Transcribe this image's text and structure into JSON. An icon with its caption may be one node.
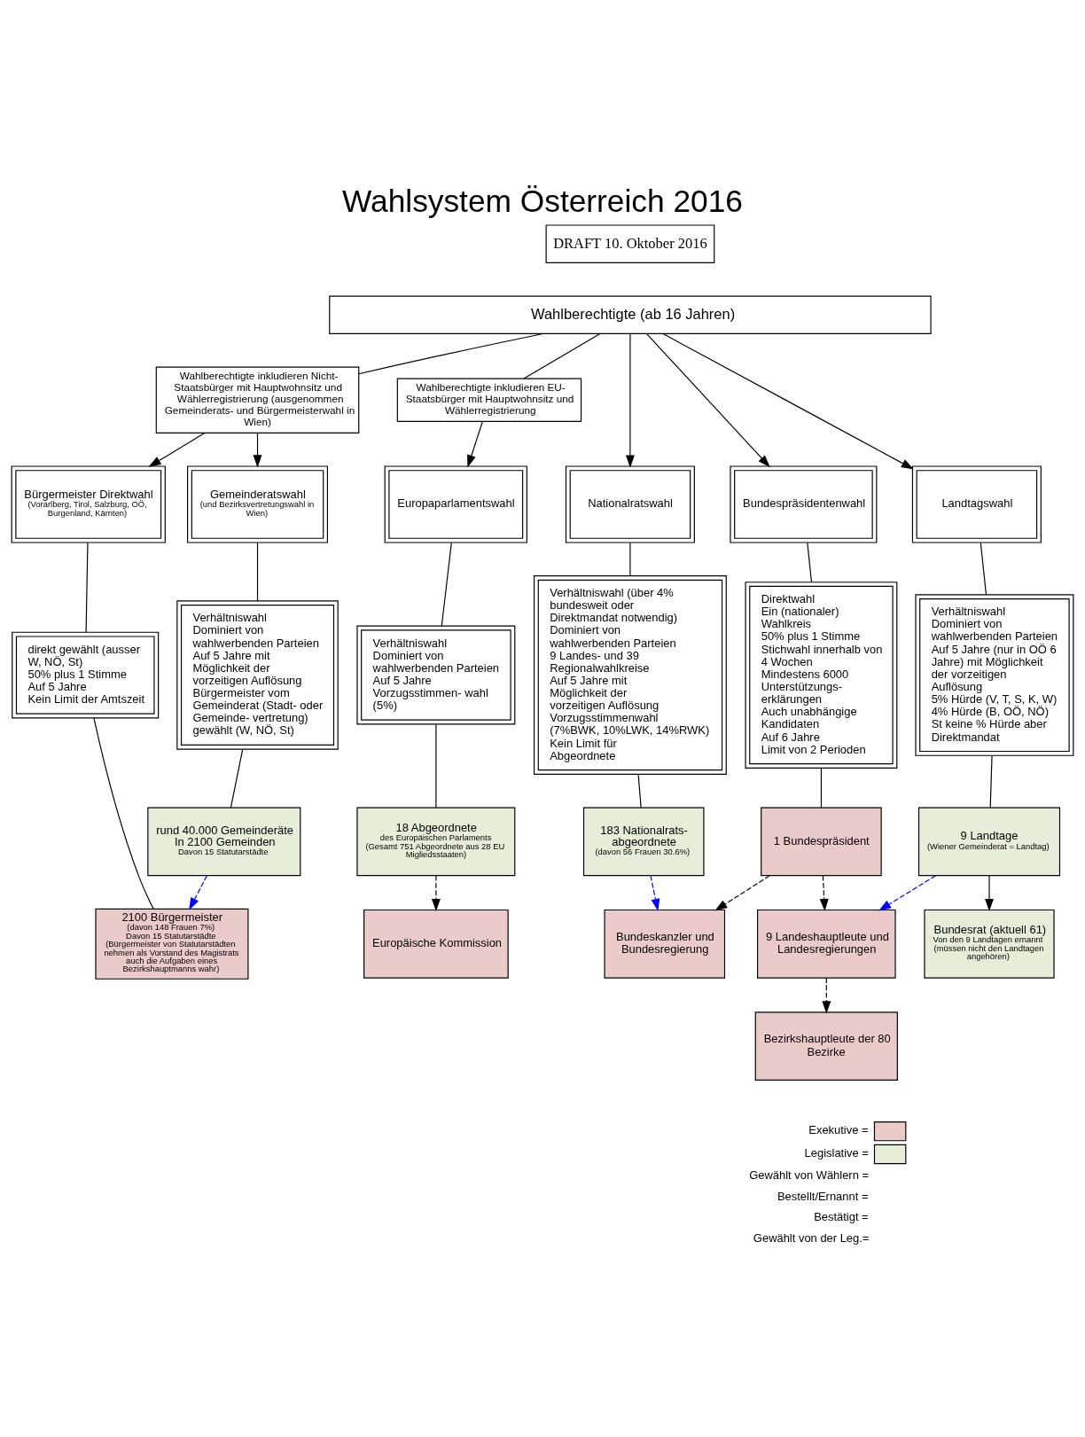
{
  "diagram": {
    "title": "Wahlsystem Österreich 2016",
    "nodes": [
      {
        "text": [
          "Wahlberechtigte (ab 16 Jahren)"
        ]
      },
      {
        "text": [
          "Wahlberechtigte inkludieren Nicht-Staatsbürger mit Hauptwohnsitz und Wählerregistrierung (ausgenommen Gemeinderats- und Bürgermeisterwahl in Wien)"
        ]
      },
      {
        "text": [
          "Wahlberechtigte inkludieren EU-Staatsbürger mit Hauptwohnsitz und Wählerregistrierung"
        ]
      },
      {
        "text": [
          "Bundespräsidentenwahl"
        ]
      },
      {
        "text": [
          "Nationalratswahl"
        ]
      },
      {
        "text": [
          "Landtagswahl"
        ]
      },
      {
        "text": [
          "Bürgermeister Direktwahl",
          "(Vorarlberg, Tirol, Salzburg, OÖ, Burgenland, Kärnten)"
        ]
      },
      {
        "text": [
          "Gemeinderatswahl",
          "(und Bezirksvertretungswahl in Wien)"
        ]
      },
      {
        "text": [
          "Europaparlamentswahl"
        ]
      },
      {
        "text": [
          "Direktwahl",
          "Ein (nationaler) Wahlkreis",
          "50% plus 1 Stimme",
          "Stichwahl innerhalb von 4 Wochen",
          "Mindestens 6000 Unterstützungs- erklärungen",
          "Auch unabhängige Kandidaten",
          "Auf 6 Jahre",
          "Limit von 2 Perioden"
        ]
      },
      {
        "text": [
          "Verhältniswahl (über 4% bundesweit oder Direktmandat notwendig)",
          "Dominiert von wahlwerbenden Parteien",
          "9 Landes- und 39 Regionalwahlkreise",
          "Auf 5 Jahre mit Möglichkeit der vorzeitigen Auflösung",
          "Vorzugsstimmenwahl (7%BWK, 10%LWK, 14%RWK)",
          "Kein Limit für Abgeordnete"
        ]
      },
      {
        "text": [
          "Verhältniswahl",
          "Dominiert von wahlwerbenden Parteien",
          "Auf 5 Jahre (nur in OÖ 6 Jahre) mit Möglichkeit der vorzeitigen Auflösung",
          "5% Hürde (V, T, S, K, W)",
          "4% Hürde (B, OÖ, NÖ)",
          "St keine % Hürde aber Direktmandat"
        ]
      },
      {
        "text": [
          "direkt gewählt (ausser W, NÖ, St)",
          "50% plus 1 Stimme",
          "Auf 5 Jahre",
          "Kein Limit der Amtszeit"
        ]
      },
      {
        "text": [
          "Verhältniswahl",
          "Dominiert von wahlwerbenden Parteien",
          "Auf 5 Jahre mit Möglichkeit der vorzeitigen Auflösung",
          "Bürgermeister vom Gemeinderat (Stadt- oder Gemeinde- vertretung) gewählt (W, NÖ, St)"
        ]
      },
      {
        "text": [
          "Verhältniswahl",
          "Dominiert von wahlwerbenden Parteien",
          "Auf 5 Jahre",
          "Vorzugsstimmen- wahl (5%)"
        ]
      },
      {
        "text": [
          "1 Bundespräsident"
        ]
      },
      {
        "text": [
          "183 Nationalrats- abgeordnete",
          "(davon 56 Frauen 30.6%)"
        ]
      },
      {
        "text": [
          "Bundesrat (aktuell 61)",
          "Von den 9 Landtagen ernannt",
          "(müssen nicht den Landtagen angehören)"
        ]
      },
      {
        "text": [
          "9 Landtage",
          "(Wiener Gemeinderat = Landtag)"
        ]
      },
      {
        "text": [
          "2100 Bürgermeister",
          "(davon 148 Frauen 7%)",
          "Davon 15 Statutarstädte",
          "(Bürgermeister von Statutarstädten nehmen als Vorstand des Magistrats auch die Aufgaben eines Bezirkshauptmanns wahr)"
        ]
      },
      {
        "text": [
          "rund 40.000 Gemeinderäte In 2100 Gemeinden",
          "Davon 15 Statutarstädte"
        ]
      },
      {
        "text": [
          "18 Abgeordnete",
          "des Europäischen Parlaments (Gesamt 751 Abgeordnete aus 28 EU Migliedsstaaten)"
        ]
      },
      {
        "text": [
          "Bundeskanzler und Bundesregierung"
        ]
      },
      {
        "text": [
          "9 Landeshauptleute und Landesregierungen"
        ]
      },
      {
        "text": [
          "Bezirkshauptleute der 80 Bezirke"
        ]
      },
      {
        "text": [
          "Europäische Kommission"
        ]
      }
    ],
    "edges": [
      {
        "from": 0,
        "to": 3,
        "arrow": "to"
      },
      {
        "from": 0,
        "to": 4,
        "arrow": "to"
      },
      {
        "from": 0,
        "to": 5,
        "arrow": "to"
      },
      {
        "from": 0,
        "to": 1,
        "arrow": "none"
      },
      {
        "from": 1,
        "to": 6,
        "arrow": "to"
      },
      {
        "from": 1,
        "to": 7,
        "arrow": "to"
      },
      {
        "from": 0,
        "to": 2,
        "arrow": "none"
      },
      {
        "from": 2,
        "to": 8,
        "arrow": "to"
      },
      {
        "from": 3,
        "to": 9,
        "arrow": "none"
      },
      {
        "from": 4,
        "to": 10,
        "arrow": "none"
      },
      {
        "from": 5,
        "to": 11,
        "arrow": "none"
      },
      {
        "from": 6,
        "to": 12,
        "arrow": "none"
      },
      {
        "from": 7,
        "to": 13,
        "arrow": "none"
      },
      {
        "from": 8,
        "to": 14,
        "arrow": "none"
      },
      {
        "from": 9,
        "to": 15,
        "arrow": "none"
      },
      {
        "from": 10,
        "to": 16,
        "arrow": "none"
      },
      {
        "from": 11,
        "to": 18,
        "arrow": "none"
      },
      {
        "from": 12,
        "to": 19,
        "arrow": "none"
      },
      {
        "from": 13,
        "to": 20,
        "arrow": "none"
      },
      {
        "from": 14,
        "to": 21,
        "arrow": "none"
      },
      {
        "from": 18,
        "to": 17,
        "arrow": "to"
      },
      {
        "from": 20,
        "to": 19,
        "arrow": "to",
        "style": "dashed",
        "color": "#0000ff"
      },
      {
        "from": 16,
        "to": 22,
        "arrow": "to",
        "style": "dashed",
        "color": "#0000ff"
      },
      {
        "from": 18,
        "to": 23,
        "arrow": "to",
        "style": "dashed",
        "color": "#0000ff"
      },
      {
        "from": 15,
        "to": 22,
        "arrow": "to",
        "style": "dashed"
      },
      {
        "from": 15,
        "to": 23,
        "arrow": "to",
        "style": "dashed"
      },
      {
        "from": 23,
        "to": 24,
        "arrow": "to",
        "style": "dashed"
      },
      {
        "from": 21,
        "to": 25,
        "arrow": "to",
        "style": "dashed"
      }
    ],
    "labels": [
      "DRAFT 10. Oktober 2016"
    ],
    "legend": [
      {
        "text": "Exekutive =",
        "color": "#ebcaca"
      },
      {
        "text": "Legislative =",
        "color": "#e6eed9"
      },
      {
        "text": "Gewählt von Wählern ="
      },
      {
        "text": "Bestellt/Ernannt ="
      },
      {
        "text": "Bestätigt ="
      },
      {
        "text": "Gewählt von der Leg.="
      }
    ]
  }
}
